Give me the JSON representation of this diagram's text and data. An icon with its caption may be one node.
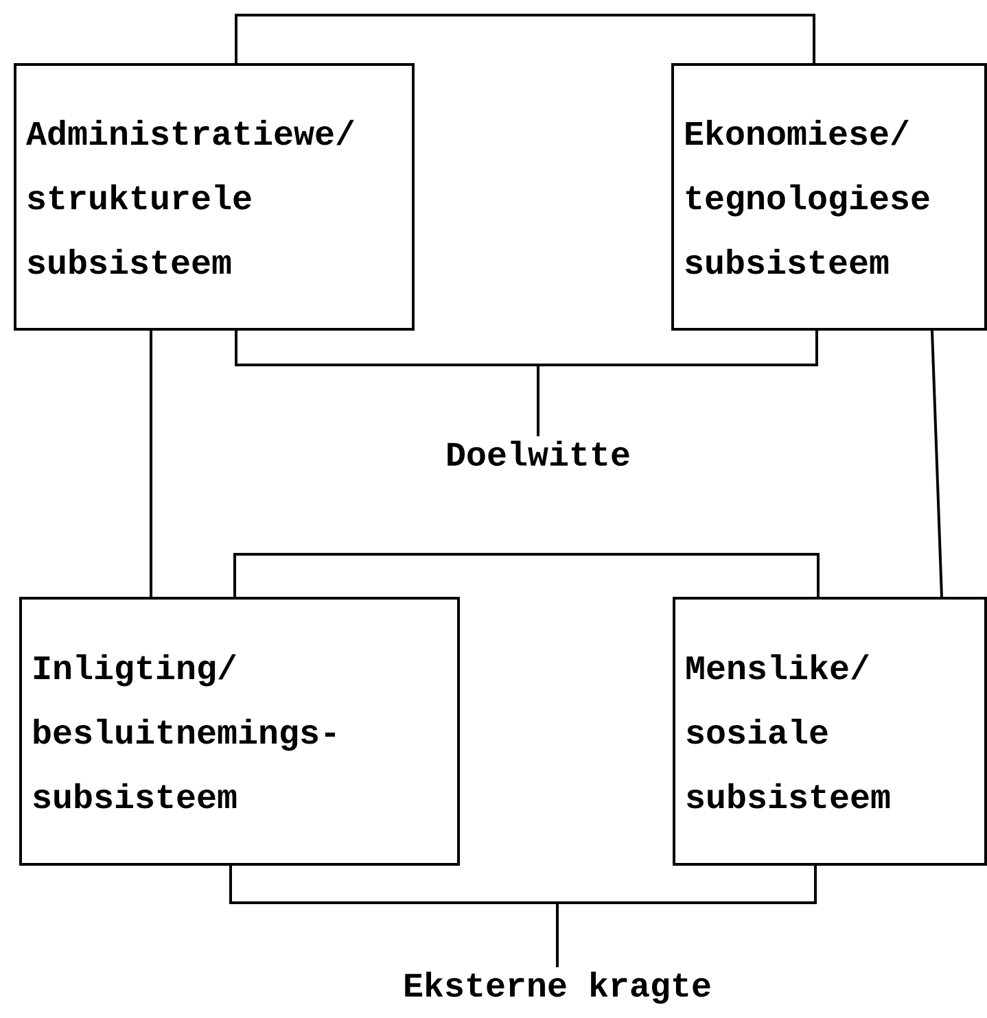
{
  "diagram": {
    "nodes": [
      {
        "text": [
          "Administratiewe/ strukturele subsisteem"
        ]
      },
      {
        "text": [
          "Ekonomiese/ tegnologiese subsisteem"
        ]
      },
      {
        "text": [
          "Inligting/ besluitnemings- subsisteem"
        ]
      },
      {
        "text": [
          "Menslike/ sosiale subsisteem"
        ]
      },
      {
        "text": [
          "Doelwitte"
        ]
      },
      {
        "text": [
          "Eksterne kragte"
        ]
      }
    ],
    "edges": [
      {
        "from": 0,
        "to": 1,
        "arrow": "none"
      },
      {
        "from": 0,
        "to": 2,
        "arrow": "none"
      },
      {
        "from": 1,
        "to": 3,
        "arrow": "none"
      },
      {
        "from": 2,
        "to": 3,
        "arrow": "none"
      },
      {
        "from": 0,
        "to": 4,
        "arrow": "none"
      },
      {
        "from": 1,
        "to": 4,
        "arrow": "none"
      },
      {
        "from": 2,
        "to": 5,
        "arrow": "none"
      },
      {
        "from": 3,
        "to": 5,
        "arrow": "none"
      }
    ]
  }
}
